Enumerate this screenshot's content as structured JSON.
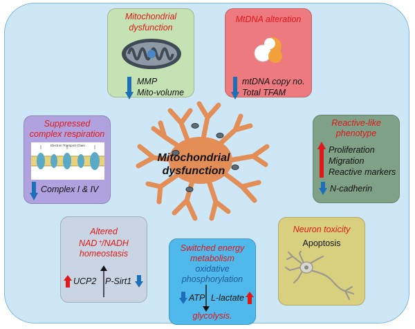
{
  "center": {
    "title_line1": "Mitochondrial",
    "title_line2": "dysfunction"
  },
  "boxes": {
    "mito_dysfunction": {
      "title_line1": "Mitochondrial",
      "title_line2": "dysfunction",
      "item1": "MMP",
      "item2": "Mito-volume",
      "color": "#c5e2b4"
    },
    "mtdna": {
      "title": "MtDNA alteration",
      "item1": "mtDNA copy no.",
      "item2": "Total TFAM",
      "color": "#ec7a7f"
    },
    "complex": {
      "title_line1": "Suppressed",
      "title_line2": "complex respiration",
      "figure_title": "Electron Transport Chain",
      "item": "Complex I & IV",
      "color": "#b0a2de"
    },
    "reactive": {
      "title_line1": "Reactive-like",
      "title_line2": "phenotype",
      "up1": "Proliferation",
      "up2": "Migration",
      "up3": "Reactive markers",
      "down": "N-cadherin",
      "color": "#7ea187"
    },
    "nad": {
      "title_line1": "Altered",
      "title_line2": "NAD⁺/NADH",
      "title_line3": "homeostasis",
      "left": "UCP2",
      "right": "P-Sirt1",
      "color": "#c9d5e2"
    },
    "energy": {
      "title_line1": "Switched energy",
      "title_line2": "metabolism",
      "sub1": "oxidative",
      "sub2": "phosphorylation",
      "left": "ATP",
      "right": "L-lactate",
      "bottom": "glycolysis.",
      "color": "#4fb9ec"
    },
    "neuron": {
      "title": "Neuron toxicity",
      "item": "Apoptosis",
      "color": "#d8d07f"
    }
  },
  "colors": {
    "astrocyte": "#e48e57",
    "astrocyte_stroke": "#a95f34",
    "up_arrow": "#e01818",
    "down_arrow": "#1d70b8"
  }
}
